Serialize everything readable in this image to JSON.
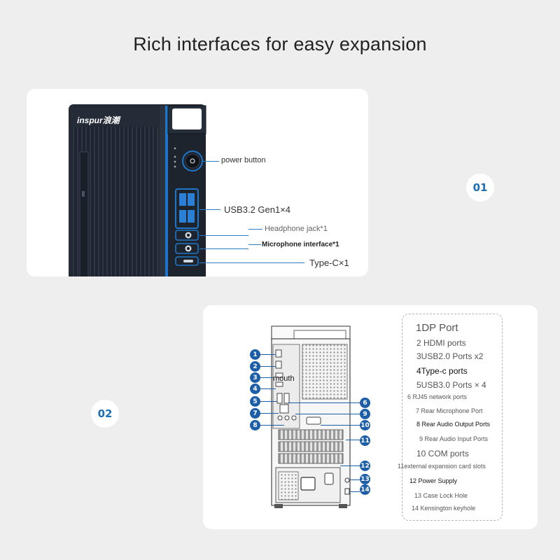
{
  "title": "Rich interfaces for easy expansion",
  "section1": {
    "badge": "01",
    "logo_text": "inspur浪潮",
    "callouts": [
      {
        "label": "power button"
      },
      {
        "label": "USB3.2 Gen1×4"
      },
      {
        "label": "Headphone jack*1"
      },
      {
        "label": "Microphone interface*1"
      },
      {
        "label": "Type-C×1"
      }
    ]
  },
  "section2": {
    "badge": "02",
    "mouth_label": "mouth",
    "markers": [
      "1",
      "2",
      "3",
      "4",
      "5",
      "6",
      "7",
      "8",
      "9",
      "10",
      "11",
      "12",
      "13",
      "14"
    ],
    "legend": [
      "1DP Port",
      "2 HDMI ports",
      "3USB2.0 Ports x2",
      "4Type-c ports",
      "5USB3.0 Ports × 4",
      "6 RJ45 network ports",
      "7 Rear Microphone Port",
      "8 Rear Audio Output Ports",
      "9 Rear Audio Input Ports",
      "10 COM ports",
      "11external expansion card slots",
      "12 Power Supply",
      "13 Case Lock Hole",
      "14 Kensington keyhole"
    ]
  },
  "colors": {
    "accent": "#1c6fb5",
    "case_dark": "#1f2530",
    "panel": "#ffffff",
    "background": "#eeeeee"
  }
}
